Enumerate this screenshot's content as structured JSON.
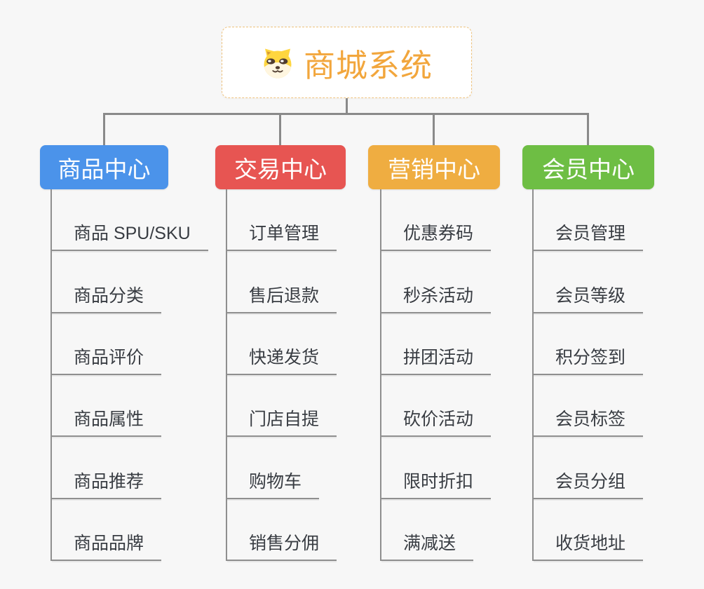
{
  "background_color": "#f7f7f7",
  "connector_color": "#8a8a8a",
  "root": {
    "title": "商城系统",
    "icon": "shiba-dog-icon",
    "accent_color": "#f2a63c",
    "border_color": "#eec27c"
  },
  "branches": [
    {
      "label": "商品中心",
      "color": "#4b93ea",
      "items": [
        "商品 SPU/SKU",
        "商品分类",
        "商品评价",
        "商品属性",
        "商品推荐",
        "商品品牌"
      ]
    },
    {
      "label": "交易中心",
      "color": "#e75552",
      "items": [
        "订单管理",
        "售后退款",
        "快递发货",
        "门店自提",
        "购物车",
        "销售分佣"
      ]
    },
    {
      "label": "营销中心",
      "color": "#efad41",
      "items": [
        "优惠券码",
        "秒杀活动",
        "拼团活动",
        "砍价活动",
        "限时折扣",
        "满减送"
      ]
    },
    {
      "label": "会员中心",
      "color": "#6ebe44",
      "items": [
        "会员管理",
        "会员等级",
        "积分签到",
        "会员标签",
        "会员分组",
        "收货地址"
      ]
    }
  ]
}
